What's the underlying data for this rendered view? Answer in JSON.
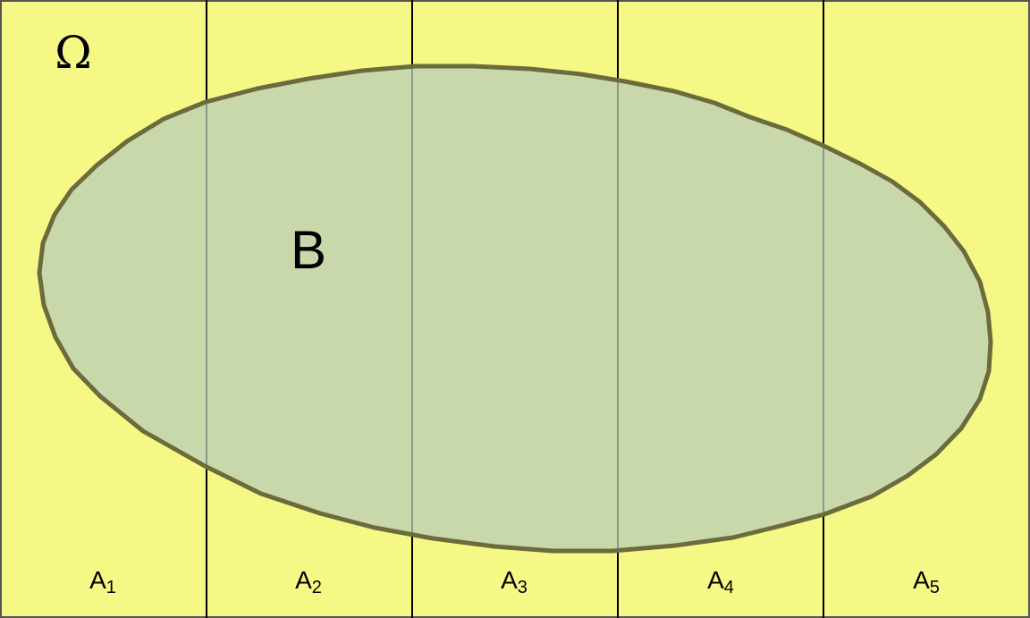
{
  "universe": {
    "label": "Ω"
  },
  "event": {
    "label": "B"
  },
  "partitions": [
    {
      "base": "A",
      "sub": "1"
    },
    {
      "base": "A",
      "sub": "2"
    },
    {
      "base": "A",
      "sub": "3"
    },
    {
      "base": "A",
      "sub": "4"
    },
    {
      "base": "A",
      "sub": "5"
    }
  ],
  "colors": {
    "universe_fill": "#f5f885",
    "event_fill": "#b8cdb8",
    "event_stroke": "#6b6b3c",
    "divider": "#000000"
  }
}
